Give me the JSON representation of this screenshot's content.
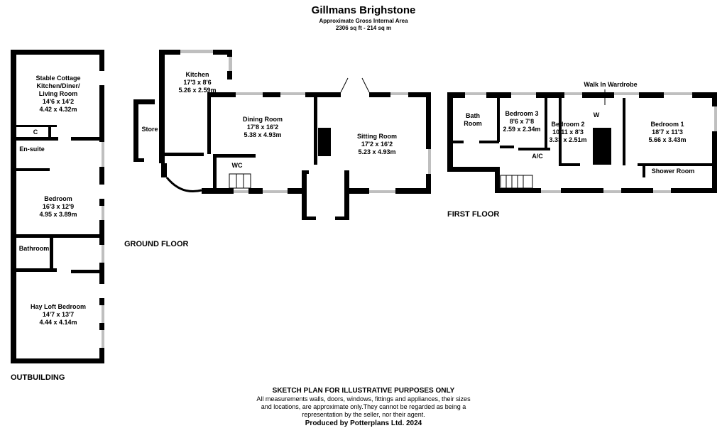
{
  "header": {
    "title": "Gillmans Brighstone",
    "subtitle": "Approximate Gross Internal Area",
    "area": "2306 sq ft - 214 sq m"
  },
  "floors": {
    "outbuilding": "OUTBUILDING",
    "ground": "GROUND FLOOR",
    "first": "FIRST FLOOR"
  },
  "rooms": {
    "stable": {
      "name1": "Stable Cottage",
      "name2": "Kitchen/Diner/",
      "name3": "Living Room",
      "imp": "14'6 x 14'2",
      "met": "4.42 x 4.32m"
    },
    "closet": {
      "name": "C"
    },
    "ensuite": {
      "name": "En-suite"
    },
    "out_bedroom": {
      "name": "Bedroom",
      "imp": "16'3 x 12'9",
      "met": "4.95 x 3.89m"
    },
    "out_bathroom": {
      "name": "Bathroom"
    },
    "hayloft": {
      "name": "Hay Loft Bedroom",
      "imp": "14'7 x 13'7",
      "met": "4.44 x 4.14m"
    },
    "store": {
      "name": "Store"
    },
    "kitchen": {
      "name": "Kitchen",
      "imp": "17'3 x 8'6",
      "met": "5.26 x 2.59m"
    },
    "wc": {
      "name": "WC"
    },
    "dining": {
      "name": "Dining Room",
      "imp": "17'8 x 16'2",
      "met": "5.38 x 4.93m"
    },
    "sitting": {
      "name": "Sitting Room",
      "imp": "17'2 x 16'2",
      "met": "5.23 x 4.93m"
    },
    "bath": {
      "name1": "Bath",
      "name2": "Room"
    },
    "bedroom3": {
      "name": "Bedroom 3",
      "imp": "8'6 x 7'8",
      "met": "2.59 x 2.34m"
    },
    "bedroom2": {
      "name": "Bedroom 2",
      "imp": "10'11 x 8'3",
      "met": "3.33 x 2.51m"
    },
    "wardrobe_w": {
      "name": "W"
    },
    "walkin": {
      "name": "Walk In Wardrobe"
    },
    "bedroom1": {
      "name": "Bedroom 1",
      "imp": "18'7 x 11'3",
      "met": "5.66 x 3.43m"
    },
    "ac": {
      "name": "A/C"
    },
    "shower": {
      "name": "Shower Room"
    }
  },
  "footer": {
    "heading": "SKETCH PLAN FOR ILLUSTRATIVE PURPOSES ONLY",
    "line1": "All measurements walls, doors, windows, fittings and appliances, their sizes",
    "line2": "and locations, are approximate only.They cannot be regarded as being a",
    "line3": "representation by the seller, nor their agent.",
    "producer": "Produced by Potterplans Ltd. 2024"
  },
  "colors": {
    "wall": "#000000",
    "window": "#bfbfbf",
    "background": "#ffffff"
  }
}
